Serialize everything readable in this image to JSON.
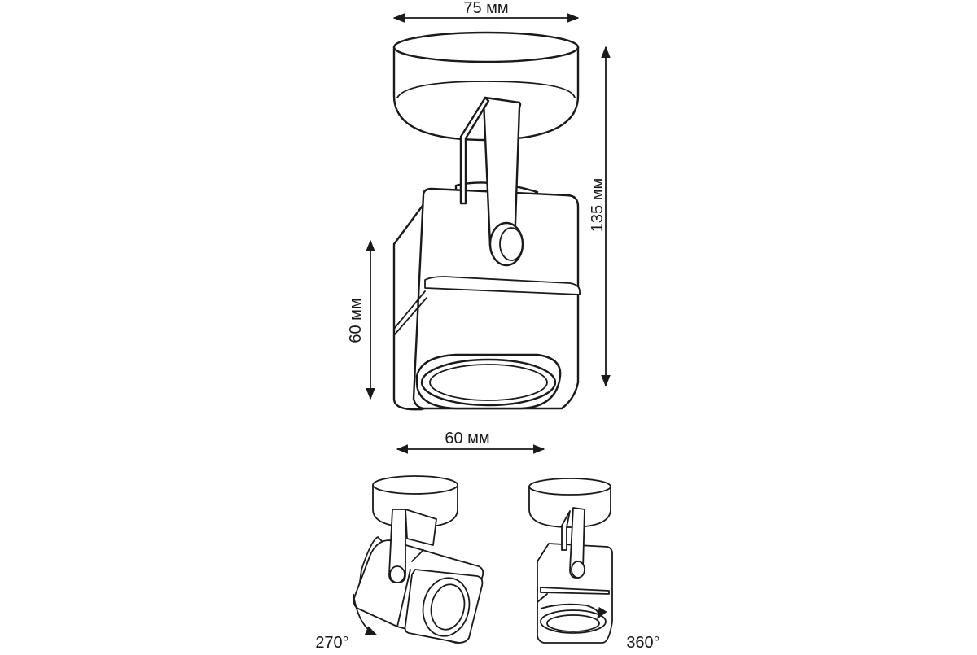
{
  "dimensions": {
    "top_width": "75 мм",
    "total_height": "135 мм",
    "head_height": "60 мм",
    "head_width": "60 мм"
  },
  "rotations": {
    "tilt": "270°",
    "swivel": "360°"
  }
}
